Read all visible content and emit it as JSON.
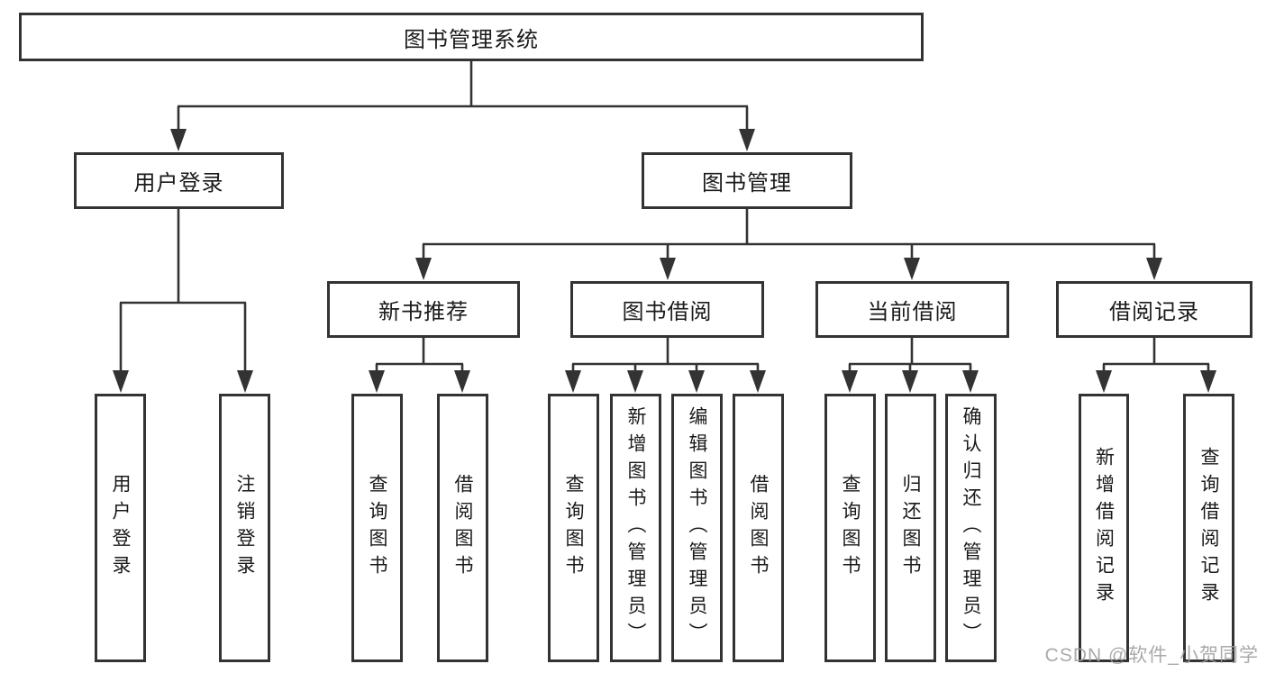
{
  "diagram": {
    "root": {
      "label": "图书管理系统",
      "children": [
        {
          "label": "用户登录",
          "children": [
            {
              "label": "用户登录"
            },
            {
              "label": "注销登录"
            }
          ]
        },
        {
          "label": "图书管理",
          "children": [
            {
              "label": "新书推荐",
              "children": [
                {
                  "label": "查询图书"
                },
                {
                  "label": "借阅图书"
                }
              ]
            },
            {
              "label": "图书借阅",
              "children": [
                {
                  "label": "查询图书"
                },
                {
                  "label": "新增图书（管理员）"
                },
                {
                  "label": "编辑图书（管理员）"
                },
                {
                  "label": "借阅图书"
                }
              ]
            },
            {
              "label": "当前借阅",
              "children": [
                {
                  "label": "查询图书"
                },
                {
                  "label": "归还图书"
                },
                {
                  "label": "确认归还（管理员）"
                }
              ]
            },
            {
              "label": "借阅记录",
              "children": [
                {
                  "label": "新增借阅记录"
                },
                {
                  "label": "查询借阅记录"
                }
              ]
            }
          ]
        }
      ]
    }
  },
  "watermark": {
    "text": "CSDN @软件_小贺同学"
  },
  "colors": {
    "line": "#333333",
    "box_border": "#333333",
    "text": "#1a1a1a",
    "background": "#ffffff",
    "watermark": "#9e9e9e"
  }
}
